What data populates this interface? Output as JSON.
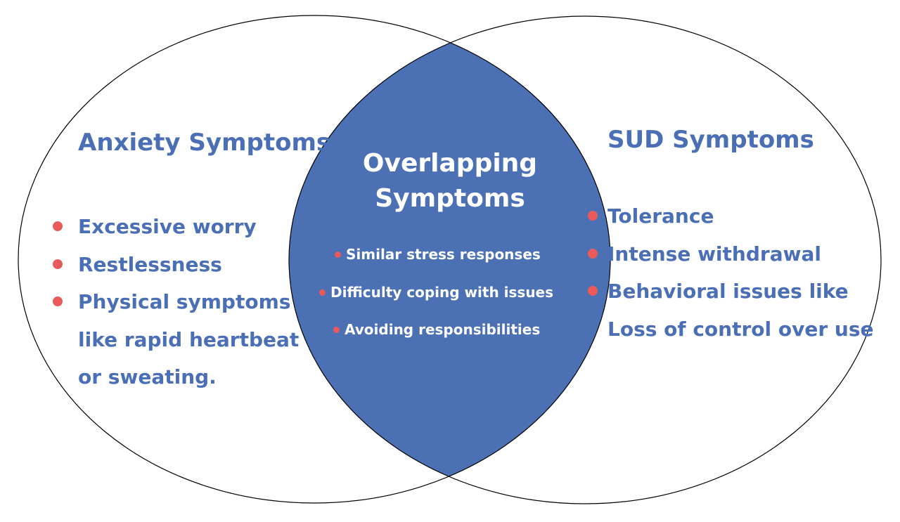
{
  "colors": {
    "text_blue": "#4A6FB5",
    "overlap_fill": "#4B70B4",
    "bullet_red": "#E95B5B",
    "overlap_text": "#FFFFFF",
    "circle_outline": "#000000"
  },
  "left": {
    "title": "Anxiety Symptoms",
    "items": [
      {
        "text": "Excessive worry",
        "bullet": true
      },
      {
        "text": "Restlessness",
        "bullet": true
      },
      {
        "text": "Physical symptoms",
        "bullet": true
      },
      {
        "text": "like rapid heartbeat",
        "bullet": false
      },
      {
        "text": "or sweating.",
        "bullet": false
      }
    ]
  },
  "center": {
    "title_line1": "Overlapping",
    "title_line2": "Symptoms",
    "items": [
      {
        "text": "Similar stress responses"
      },
      {
        "text": "Difficulty coping with issues"
      },
      {
        "text": "Avoiding responsibilities"
      }
    ]
  },
  "right": {
    "title": "SUD Symptoms",
    "items": [
      {
        "text": "Tolerance",
        "bullet": true
      },
      {
        "text": "Intense withdrawal",
        "bullet": true
      },
      {
        "text": "Behavioral issues like",
        "bullet": true
      },
      {
        "text": "Loss of control over use",
        "bullet": false
      }
    ]
  }
}
